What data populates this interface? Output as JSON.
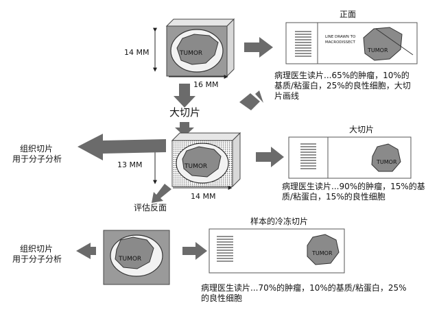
{
  "step1": {
    "height_label": "14 MM",
    "width_label": "16 MM",
    "tumor_label": "TUMOR",
    "side_title": "正面",
    "slide_text_1": "LINE DRAWN TO",
    "slide_text_2": "MACRODISSECT",
    "note": "病理医生读片...65%的肿瘤，10%的基质/粘蛋白，25%的良性细胞，大切片画线"
  },
  "step2": {
    "title": "大切片",
    "height_label": "13 MM",
    "width_label": "14 MM",
    "tumor_label": "TUMOR",
    "side_title": "大切片",
    "note": "病理医生读片...90%的肿瘤，15%的基质/粘蛋白，15%的良性细胞",
    "left_label_1": "组织切片",
    "left_label_2": "用于分子分析",
    "reverse_label": "评估反面"
  },
  "step3": {
    "tumor_label": "TUMOR",
    "side_title": "样本的冷冻切片",
    "note": "病理医生读片...70%的肿瘤，10%的基质/粘蛋白，25%的良性细胞",
    "left_label_1": "组织切片",
    "left_label_2": "用于分子分析"
  },
  "colors": {
    "arrow": "#6b6b6b",
    "block_face": "#9a9a9a",
    "block_side": "#d8d8d8",
    "tissue": "#f2f2f2",
    "tumor": "#8a8a8a",
    "outline": "#444444"
  }
}
